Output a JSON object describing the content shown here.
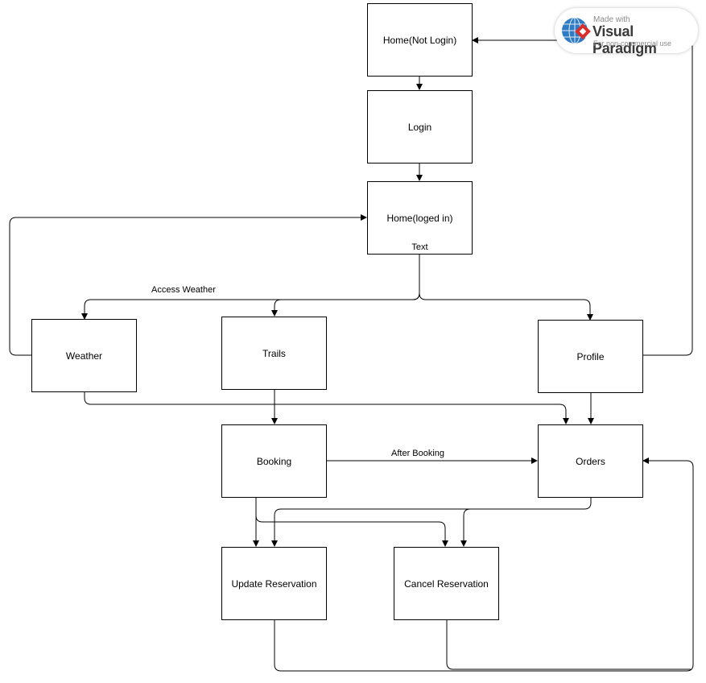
{
  "nodes": {
    "home_not_login": "Home(Not Login)",
    "login": "Login",
    "home_logged_in": "Home(loged in)",
    "home_logged_in_inner": "Text",
    "weather": "Weather",
    "trails": "Trails",
    "profile": "Profile",
    "booking": "Booking",
    "orders": "Orders",
    "update_reservation": "Update Reservation",
    "cancel_reservation": "Cancel Reservation"
  },
  "edge_labels": {
    "access_weather": "Access Weather",
    "after_booking": "After Booking"
  },
  "watermark": {
    "made_with": "Made with",
    "brand": "Visual Paradigm",
    "note": "For non-commercial use"
  },
  "colors": {
    "line": "#000000",
    "node_border": "#000000",
    "background": "#ffffff",
    "logo_blue": "#2f7bc4",
    "logo_red": "#d9302e"
  }
}
